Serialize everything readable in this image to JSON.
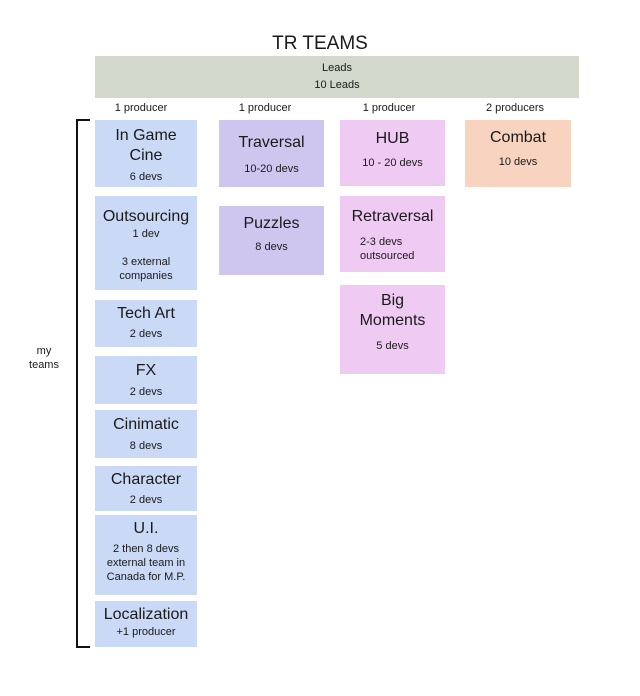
{
  "title": "TR TEAMS",
  "leads": {
    "line1": "Leads",
    "line2": "10 Leads"
  },
  "side_label": "my\nteams",
  "columns": [
    {
      "producer": "1 producer",
      "boxes": [
        {
          "name": "In Game\nCine",
          "detail": "6 devs"
        },
        {
          "name": "Outsourcing",
          "detail": "1 dev\n\n3 external\ncompanies"
        },
        {
          "name": "Tech Art",
          "detail": "2 devs"
        },
        {
          "name": "FX",
          "detail": "2 devs"
        },
        {
          "name": "Cinimatic",
          "detail": "8 devs"
        },
        {
          "name": "Character",
          "detail": "2 devs"
        },
        {
          "name": "U.I.",
          "detail": "2 then 8 devs\nexternal team in\nCanada for M.P."
        },
        {
          "name": "Localization",
          "detail": "+1 producer"
        }
      ]
    },
    {
      "producer": "1 producer",
      "boxes": [
        {
          "name": "Traversal",
          "detail": "10-20 devs"
        },
        {
          "name": "Puzzles",
          "detail": "8 devs"
        }
      ]
    },
    {
      "producer": "1 producer",
      "boxes": [
        {
          "name": "HUB",
          "detail": "10 - 20 devs"
        },
        {
          "name": "Retraversal",
          "detail": "2-3 devs\noutsourced"
        },
        {
          "name": "Big\nMoments",
          "detail": "5 devs"
        }
      ]
    },
    {
      "producer": "2 producers",
      "boxes": [
        {
          "name": "Combat",
          "detail": "10 devs"
        }
      ]
    }
  ]
}
